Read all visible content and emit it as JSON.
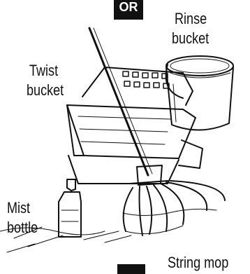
{
  "header_tag": "OR",
  "labels": {
    "rinse_line1": "Rinse",
    "rinse_line2": "bucket",
    "twist_line1": "Twist",
    "twist_line2": "bucket",
    "mist_line1": "Mist",
    "mist_line2": "bottle",
    "string_mop": "String mop"
  },
  "colors": {
    "ink": "#111111",
    "paper": "#ffffff"
  }
}
